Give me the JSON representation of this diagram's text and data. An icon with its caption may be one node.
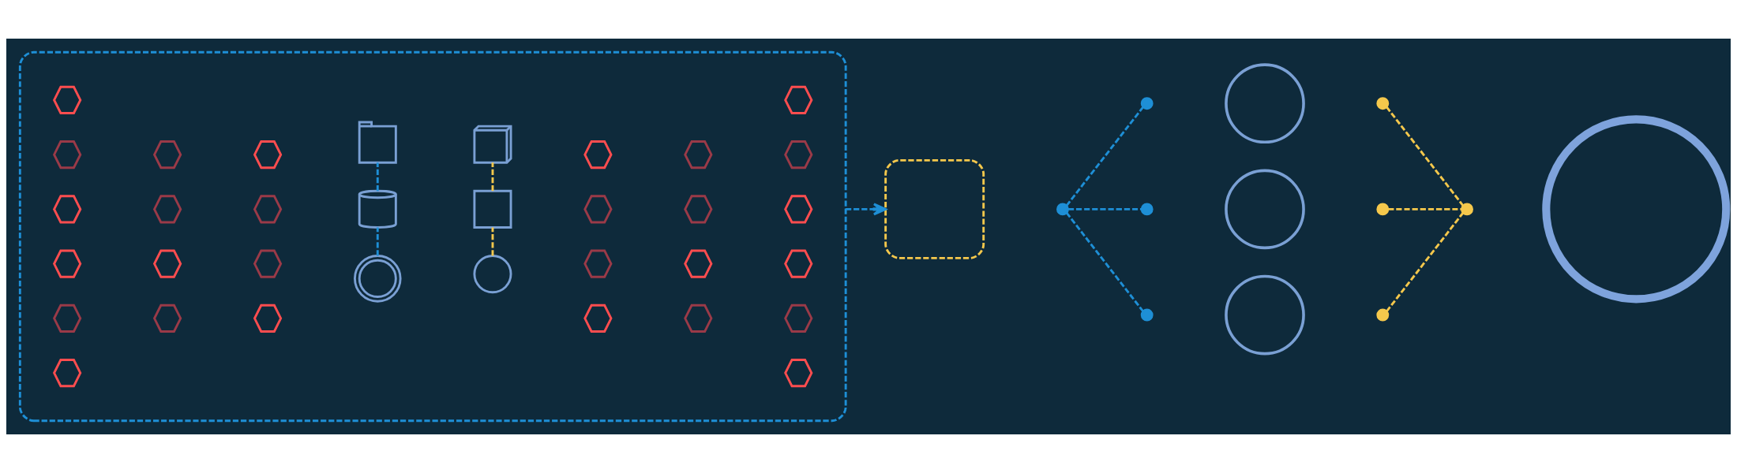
{
  "diagram": {
    "nodes": [
      {
        "text": [],
        "shape": "box"
      },
      {
        "text": [],
        "shape": "hexagon",
        "in": 0
      },
      {
        "text": [],
        "shape": "hexagon",
        "in": 0
      },
      {
        "text": [],
        "shape": "hexagon",
        "in": 0
      },
      {
        "text": [],
        "shape": "hexagon",
        "in": 0
      },
      {
        "text": [],
        "shape": "hexagon",
        "in": 0
      },
      {
        "text": [],
        "shape": "hexagon",
        "in": 0
      },
      {
        "text": [],
        "shape": "hexagon",
        "in": 0
      },
      {
        "text": [],
        "shape": "hexagon",
        "in": 0
      },
      {
        "text": [],
        "shape": "hexagon",
        "in": 0
      },
      {
        "text": [],
        "shape": "hexagon",
        "in": 0
      },
      {
        "text": [],
        "shape": "hexagon",
        "in": 0
      },
      {
        "text": [],
        "shape": "hexagon",
        "in": 0
      },
      {
        "text": [],
        "shape": "hexagon",
        "in": 0
      },
      {
        "text": [],
        "shape": "hexagon",
        "in": 0
      },
      {
        "text": [],
        "shape": "window",
        "in": 0
      },
      {
        "text": [],
        "shape": "cylinder",
        "in": 0
      },
      {
        "text": [],
        "shape": "network",
        "in": 0
      },
      {
        "text": [],
        "shape": "server",
        "in": 0
      },
      {
        "text": [],
        "shape": "monitor",
        "in": 0
      },
      {
        "text": [],
        "shape": "magnifier",
        "in": 0
      },
      {
        "text": [],
        "shape": "hexagon",
        "in": 0
      },
      {
        "text": [],
        "shape": "hexagon",
        "in": 0
      },
      {
        "text": [],
        "shape": "hexagon",
        "in": 0
      },
      {
        "text": [],
        "shape": "hexagon",
        "in": 0
      },
      {
        "text": [],
        "shape": "hexagon",
        "in": 0
      },
      {
        "text": [],
        "shape": "hexagon",
        "in": 0
      },
      {
        "text": [],
        "shape": "hexagon",
        "in": 0
      },
      {
        "text": [],
        "shape": "hexagon",
        "in": 0
      },
      {
        "text": [],
        "shape": "hexagon",
        "in": 0
      },
      {
        "text": [],
        "shape": "hexagon",
        "in": 0
      },
      {
        "text": [],
        "shape": "hexagon",
        "in": 0
      },
      {
        "text": [],
        "shape": "hexagon",
        "in": 0
      },
      {
        "text": [],
        "shape": "hexagon",
        "in": 0
      },
      {
        "text": [],
        "shape": "hexagon",
        "in": 0
      },
      {
        "text": [],
        "shape": "box"
      },
      {
        "text": [],
        "shape": "circle"
      },
      {
        "text": [],
        "shape": "circle"
      },
      {
        "text": [],
        "shape": "circle"
      },
      {
        "text": [],
        "shape": "circle"
      },
      {
        "text": [],
        "shape": "person"
      },
      {
        "text": [],
        "shape": "person"
      },
      {
        "text": [],
        "shape": "person"
      },
      {
        "text": [],
        "shape": "circle"
      },
      {
        "text": [],
        "shape": "circle"
      },
      {
        "text": [],
        "shape": "circle"
      },
      {
        "text": [],
        "shape": "circle"
      },
      {
        "text": [],
        "shape": "gauge"
      }
    ],
    "edges": [
      {
        "from": 15,
        "to": 16,
        "arrow": "none",
        "style": "dashed"
      },
      {
        "from": 16,
        "to": 17,
        "arrow": "none",
        "style": "dashed"
      },
      {
        "from": 18,
        "to": 19,
        "arrow": "none",
        "style": "dashed",
        "color": "#f5c84c"
      },
      {
        "from": 19,
        "to": 20,
        "arrow": "none",
        "style": "dashed",
        "color": "#f5c84c"
      },
      {
        "from": 0,
        "to": 35,
        "arrow": "to",
        "style": "dashed"
      },
      {
        "from": 36,
        "to": 37,
        "arrow": "none",
        "style": "dashed"
      },
      {
        "from": 36,
        "to": 38,
        "arrow": "none",
        "style": "dashed"
      },
      {
        "from": 36,
        "to": 39,
        "arrow": "none",
        "style": "dashed"
      },
      {
        "from": 43,
        "to": 46,
        "arrow": "none",
        "style": "dashed",
        "color": "#f5c84c"
      },
      {
        "from": 44,
        "to": 46,
        "arrow": "none",
        "style": "dashed",
        "color": "#f5c84c"
      },
      {
        "from": 45,
        "to": 46,
        "arrow": "none",
        "style": "dashed",
        "color": "#f5c84c"
      }
    ]
  }
}
